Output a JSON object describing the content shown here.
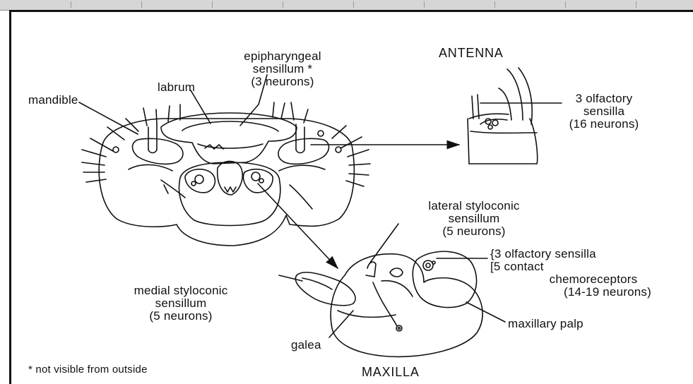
{
  "labels": {
    "antenna_title": "ANTENNA",
    "maxilla_title": "MAXILLA",
    "mandible": "mandible",
    "labrum": "labrum",
    "epipharyngeal": [
      "epipharyngeal",
      "sensillum *",
      "(3 neurons)"
    ],
    "antenna_sensilla": [
      "3 olfactory",
      "sensilla",
      "(16 neurons)"
    ],
    "lateral_styloconic": [
      "lateral styloconic",
      "sensillum",
      "(5 neurons)"
    ],
    "palp_sensilla": [
      "{3 olfactory sensilla",
      "[5 contact",
      "chemoreceptors",
      "(14-19 neurons)"
    ],
    "medial_styloconic": [
      "medial styloconic",
      "sensillum",
      "(5 neurons)"
    ],
    "maxillary_palp": "maxillary palp",
    "galea": "galea",
    "footnote": "* not visible from outside"
  },
  "colors": {
    "ink": "#111111",
    "paper": "#ffffff",
    "toolbar": "#d6d6d6"
  }
}
